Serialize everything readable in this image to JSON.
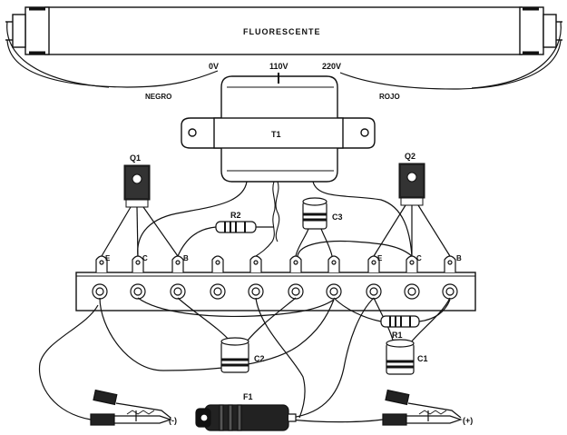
{
  "tube": {
    "label": "FLUORESCENTE"
  },
  "transformer": {
    "label": "T1",
    "tap_left": "0V",
    "tap_mid": "110V",
    "tap_right": "220V"
  },
  "wires": {
    "left": "NEGRO",
    "right": "ROJO"
  },
  "transistors": [
    {
      "id": "q1",
      "label": "Q1"
    },
    {
      "id": "q2",
      "label": "Q2"
    }
  ],
  "resistors": [
    {
      "id": "r2",
      "label": "R2"
    },
    {
      "id": "r1",
      "label": "R1"
    }
  ],
  "capacitors": [
    {
      "id": "c3",
      "label": "C3"
    },
    {
      "id": "c2",
      "label": "C2"
    },
    {
      "id": "c1",
      "label": "C1"
    }
  ],
  "fuse": {
    "label": "F1"
  },
  "pins": {
    "e": "E",
    "c": "C",
    "b": "B"
  },
  "clips": {
    "negative": "(-)",
    "positive": "(+)"
  },
  "colors": {
    "ink": "#111111",
    "paper": "#ffffff"
  }
}
